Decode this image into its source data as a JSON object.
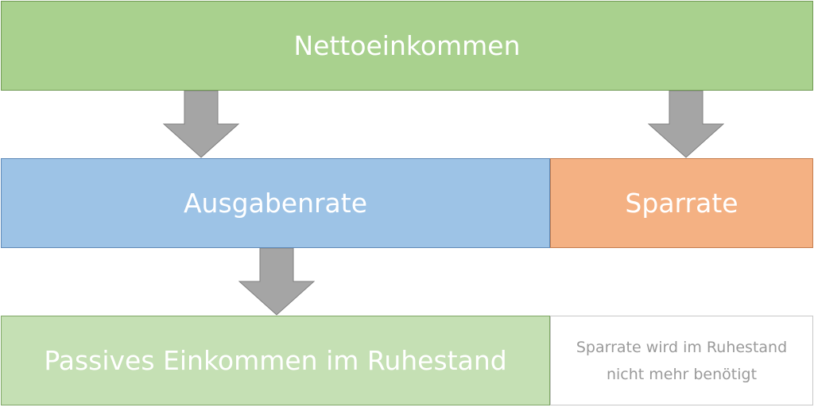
{
  "colors": {
    "netto": "#a9d18e",
    "ausgaben": "#9dc3e6",
    "spar": "#f4b183",
    "passiv": "#c5e0b4",
    "arrow": "#a5a5a5"
  },
  "nodes": {
    "netto": "Nettoeinkommen",
    "ausgaben": "Ausgabenrate",
    "spar": "Sparrate",
    "passiv": "Passives Einkommen im Ruhestand",
    "note": "Sparrate wird im Ruhestand nicht mehr benötigt"
  },
  "edges": [
    {
      "from": "netto",
      "to": "ausgaben"
    },
    {
      "from": "netto",
      "to": "spar"
    },
    {
      "from": "ausgaben",
      "to": "passiv"
    }
  ]
}
